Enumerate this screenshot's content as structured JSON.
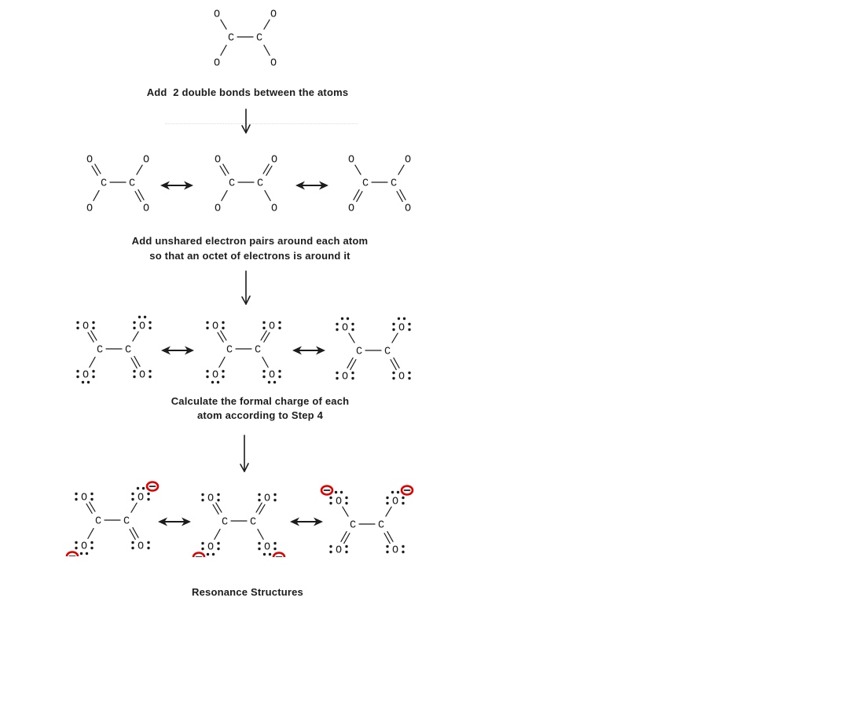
{
  "colors": {
    "ink": "#1c1c1c",
    "charge_red": "#e00000"
  },
  "labels": {
    "carbon": "C",
    "oxygen": "O"
  },
  "captions": {
    "step1": "Add  2 double bonds between the atoms",
    "step2_line1": "Add unshared electron pairs around each atom",
    "step2_line2": "so that an octet of electrons is around it",
    "step3_line1": "Calculate the formal charge of each",
    "step3_line2": "atom according to Step 4",
    "final": "Resonance Structures"
  },
  "molecules": {
    "skeleton": {
      "bonds": {
        "tl": "single",
        "bl": "single",
        "tr": "single",
        "br": "single"
      },
      "lone_pairs": false,
      "charges": []
    },
    "step2": [
      {
        "bonds": {
          "tl": "double",
          "bl": "single",
          "tr": "single",
          "br": "double"
        },
        "lone_pairs": false,
        "charges": []
      },
      {
        "bonds": {
          "tl": "double",
          "bl": "single",
          "tr": "double",
          "br": "single"
        },
        "lone_pairs": false,
        "charges": []
      },
      {
        "bonds": {
          "tl": "single",
          "bl": "double",
          "tr": "single",
          "br": "double"
        },
        "lone_pairs": false,
        "charges": []
      }
    ],
    "step3": [
      {
        "bonds": {
          "tl": "double",
          "bl": "single",
          "tr": "single",
          "br": "double"
        },
        "lone_pairs": true,
        "charges": []
      },
      {
        "bonds": {
          "tl": "double",
          "bl": "single",
          "tr": "double",
          "br": "single"
        },
        "lone_pairs": true,
        "charges": []
      },
      {
        "bonds": {
          "tl": "single",
          "bl": "double",
          "tr": "single",
          "br": "double"
        },
        "lone_pairs": true,
        "charges": []
      }
    ],
    "step4": [
      {
        "bonds": {
          "tl": "double",
          "bl": "single",
          "tr": "single",
          "br": "double"
        },
        "lone_pairs": true,
        "charges": [
          "tr",
          "bl"
        ]
      },
      {
        "bonds": {
          "tl": "double",
          "bl": "single",
          "tr": "double",
          "br": "single"
        },
        "lone_pairs": true,
        "charges": [
          "bl",
          "br"
        ]
      },
      {
        "bonds": {
          "tl": "single",
          "bl": "double",
          "tr": "single",
          "br": "double"
        },
        "lone_pairs": true,
        "charges": [
          "tl",
          "tr"
        ]
      }
    ]
  }
}
